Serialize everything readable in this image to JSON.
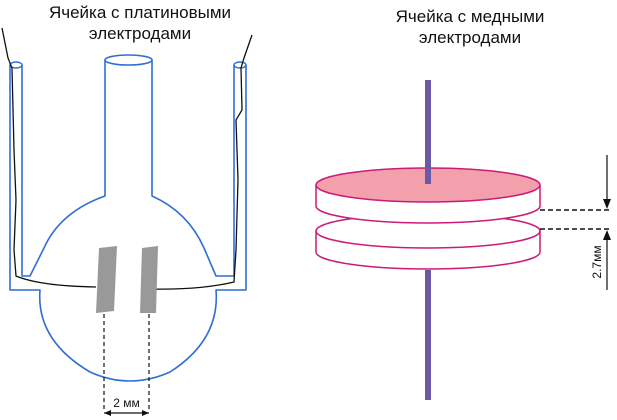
{
  "left_cell": {
    "title_line1": "Ячейка с платиновыми",
    "title_line2": "электродами",
    "gap_label": "2 мм"
  },
  "right_cell": {
    "title_line1": "Ячейка с медными",
    "title_line2": "электродами",
    "thickness_label": "2.7мм"
  },
  "colors": {
    "glass": "#2f6fd0",
    "wire": "#111111",
    "platinum": "#999999",
    "copper_top": "#f2a0ab",
    "copper_edge": "#cc1a7a",
    "rod": "#6a5aa6"
  }
}
